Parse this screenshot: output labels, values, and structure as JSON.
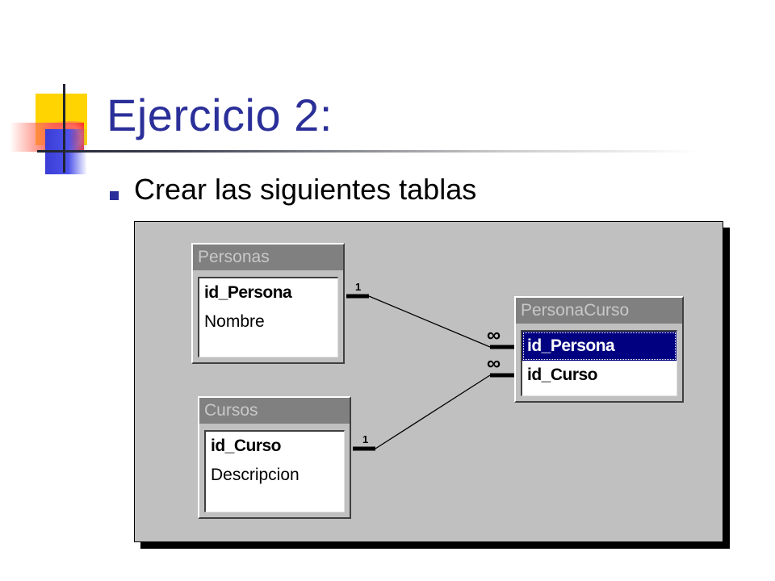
{
  "slide": {
    "title": "Ejercicio 2:",
    "bullets": [
      "Crear las siguientes tablas"
    ]
  },
  "diagram": {
    "tables": [
      {
        "name": "Personas",
        "fields": [
          {
            "label": "id_Persona",
            "key": true
          },
          {
            "label": "Nombre",
            "key": false
          }
        ]
      },
      {
        "name": "Cursos",
        "fields": [
          {
            "label": "id_Curso",
            "key": true
          },
          {
            "label": "Descripcion",
            "key": false
          }
        ]
      },
      {
        "name": "PersonaCurso",
        "fields": [
          {
            "label": "id_Persona",
            "key": true,
            "selected": true
          },
          {
            "label": "id_Curso",
            "key": true
          }
        ]
      }
    ],
    "relationships": [
      {
        "from": "Personas.id_Persona",
        "to": "PersonaCurso.id_Persona",
        "one_label": "1",
        "many_label": "∞"
      },
      {
        "from": "Cursos.id_Curso",
        "to": "PersonaCurso.id_Curso",
        "one_label": "1",
        "many_label": "∞"
      }
    ],
    "colors": {
      "canvas": "#c0c0c0",
      "title_bar": "#808080",
      "selection": "#000080",
      "accent": "#2b2f99"
    }
  }
}
